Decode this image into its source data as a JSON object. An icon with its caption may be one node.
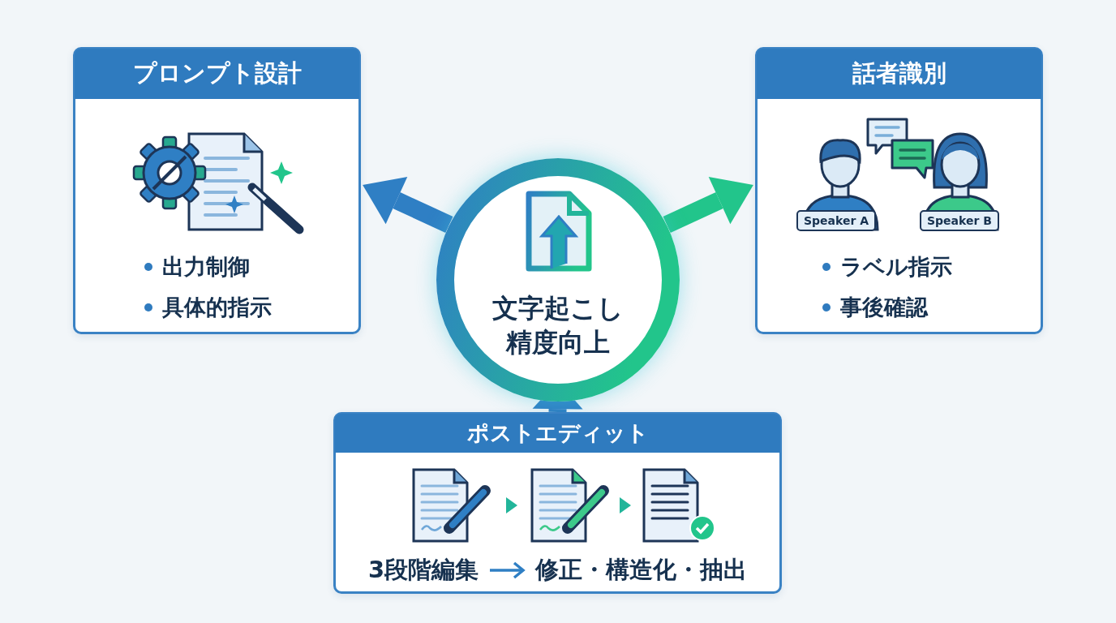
{
  "diagram": {
    "nodes": [
      {
        "text": [
          "文字起こし精度向上"
        ]
      },
      {
        "text": [
          "プロンプト設計",
          "出力制御",
          "具体的指示"
        ]
      },
      {
        "text": [
          "話者識別",
          "ラベル指示",
          "事後確認"
        ]
      },
      {
        "text": [
          "ポストエディット",
          "3段階編集",
          "修正・構造化・抽出"
        ]
      }
    ],
    "edges": [
      {
        "from": 0,
        "to": 1,
        "arrow": "to"
      },
      {
        "from": 0,
        "to": 2,
        "arrow": "to",
        "color": "#22c58b"
      },
      {
        "from": 3,
        "to": 0,
        "arrow": "to"
      }
    ],
    "labels": [
      "Speaker A",
      "Speaker B"
    ]
  }
}
